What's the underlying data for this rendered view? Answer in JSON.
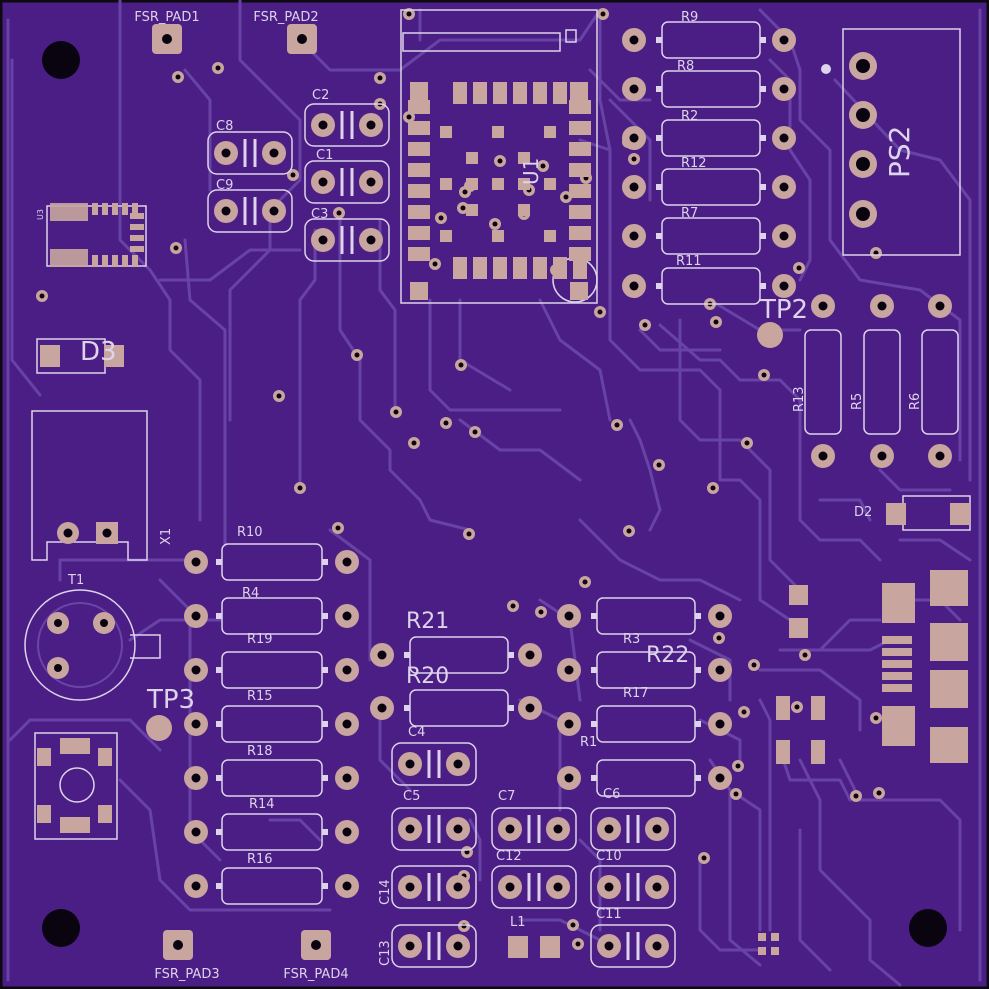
{
  "colors": {
    "board": "#4b1e86",
    "trace": "#6a45a8",
    "silk": "#ddd3ea",
    "copper": "#c8a59e",
    "hole": "#0a0410",
    "edge": "#0d0a10"
  },
  "labels": {
    "fsr_pad1": "FSR_PAD1",
    "fsr_pad2": "FSR_PAD2",
    "fsr_pad3": "FSR_PAD3",
    "fsr_pad4": "FSR_PAD4",
    "u1": "U1",
    "ps2": "PS2",
    "tp2": "TP2",
    "tp3": "TP3",
    "d2": "D2",
    "d3": "D3",
    "x1": "X1",
    "t1": "T1",
    "l1": "L1",
    "u3": "U3",
    "r9": "R9",
    "r8": "R8",
    "r2": "R2",
    "r12": "R12",
    "r7": "R7",
    "r11": "R11",
    "r13": "R13",
    "r5": "R5",
    "r6": "R6",
    "r10": "R10",
    "r4": "R4",
    "r19": "R19",
    "r15": "R15",
    "r18": "R18",
    "r14": "R14",
    "r16": "R16",
    "r21": "R21",
    "r20": "R20",
    "r3": "R3",
    "r22": "R22",
    "r17": "R17",
    "r1": "R1",
    "c1": "C1",
    "c2": "C2",
    "c3": "C3",
    "c4": "C4",
    "c5": "C5",
    "c6": "C6",
    "c7": "C7",
    "c8": "C8",
    "c9": "C9",
    "c10": "C10",
    "c11": "C11",
    "c12": "C12",
    "c13": "C13",
    "c14": "C14"
  }
}
